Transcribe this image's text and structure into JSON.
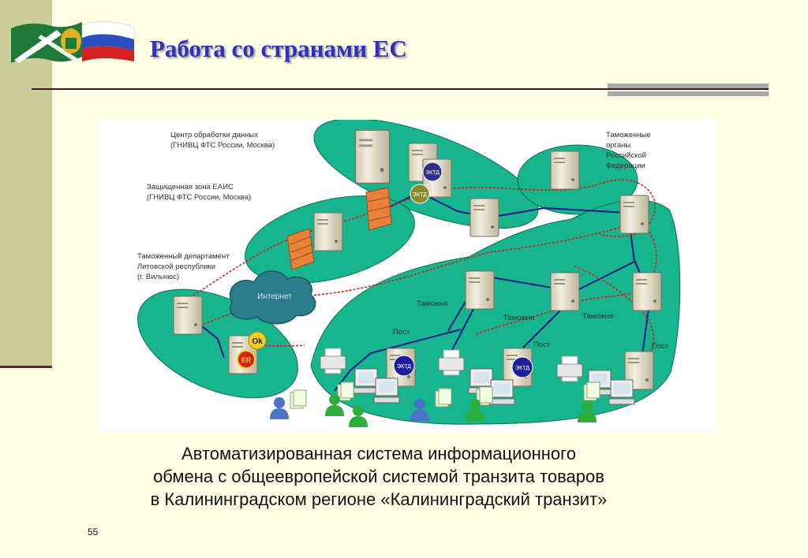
{
  "slide": {
    "title": "Работа со странами ЕС",
    "page_number": "55",
    "caption_lines": [
      "Автоматизированная система информационного",
      "обмена с общеевропейской системой транзита товаров",
      "в Калининградском регионе «Калининградский транзит»"
    ]
  },
  "diagram": {
    "labels": {
      "data_center": [
        "Центр обработки данных",
        "(ГНИВЦ ФТС России, Москва)"
      ],
      "secure_zone": [
        "Защищенная зона ЕАИС",
        "(ГНИВЦ ФТС России, Москва)"
      ],
      "lithuania": [
        "Таможенный департамент",
        "Литовской республики",
        "(г. Вильнюс)"
      ],
      "russia": [
        "Таможенные",
        "органы",
        "Российской",
        "Федерации"
      ],
      "internet": "Интернет",
      "customs_1": "Таможня",
      "customs_2": "Таможня",
      "customs_3": "Таможня",
      "post_1": "Пост",
      "post_2": "Пост",
      "post_3": "Пост",
      "ektd_1": "ЭКТД",
      "ektd_2": "ЭКТД",
      "ektd_3": "ЭКТД",
      "ektd_4": "ЭКТД",
      "ok_badge": "Ok",
      "er_badge": "ER"
    },
    "colors": {
      "zone": "#17b58d",
      "zone_outline": "#0c6f55",
      "link": "#1a1a8a",
      "route": "#d42020",
      "firewall": "#e8813a",
      "server": "#ebe6d3",
      "cloud": "#2b7d8c"
    }
  }
}
